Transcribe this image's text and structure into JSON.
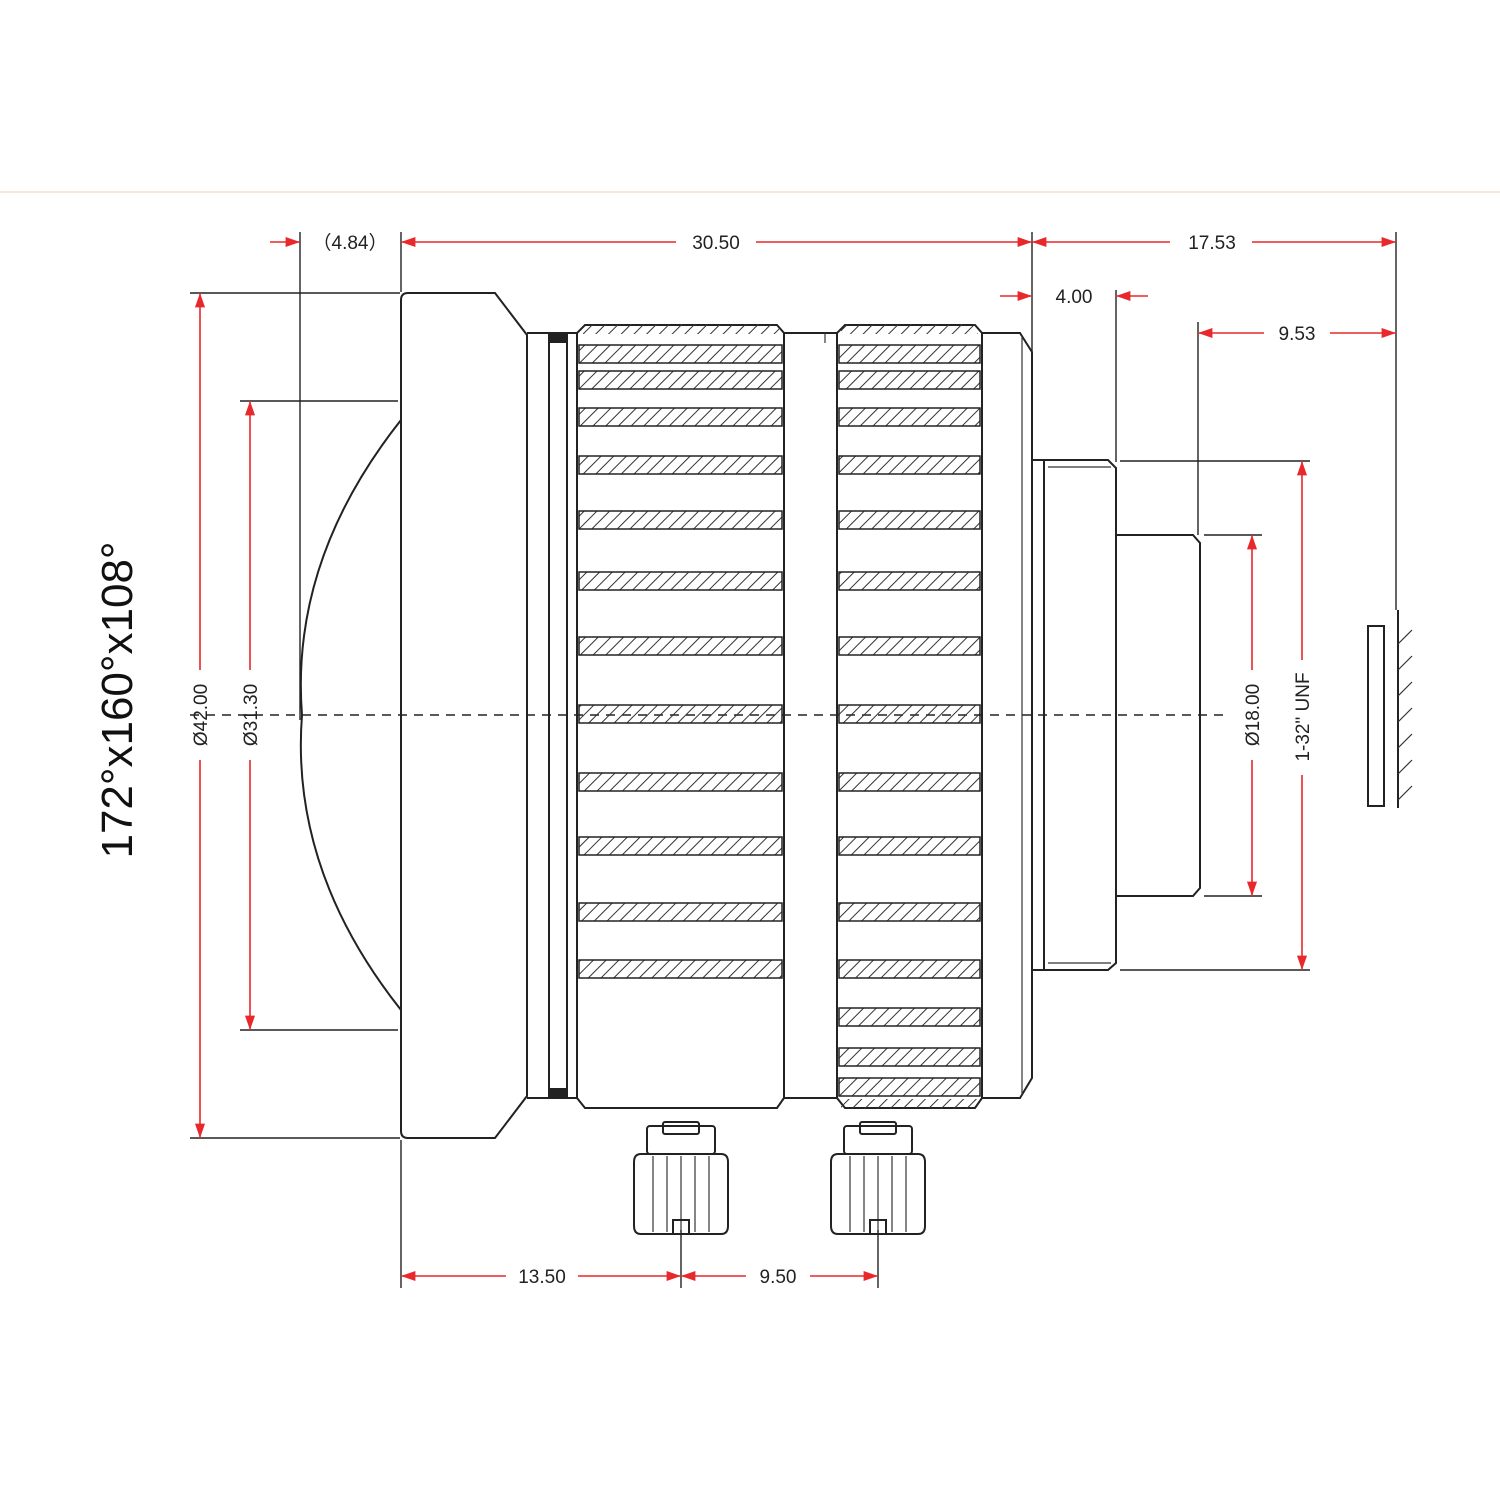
{
  "drawing": {
    "field_of_view": "172°x160°x108°",
    "dimensions": {
      "front_offset": "（4.84）",
      "body_length": "30.50",
      "back_focal": "17.53",
      "thread_length": "4.00",
      "flange_offset": "9.53",
      "outer_diameter": "Ø42.00",
      "front_lens_diameter": "Ø31.30",
      "rear_diameter": "Ø18.00",
      "mount_thread": "1-32\" UNF",
      "screw_1_position": "13.50",
      "screw_spacing": "9.50"
    },
    "colors": {
      "dimension_line": "#e8282a",
      "outline": "#222222"
    }
  }
}
